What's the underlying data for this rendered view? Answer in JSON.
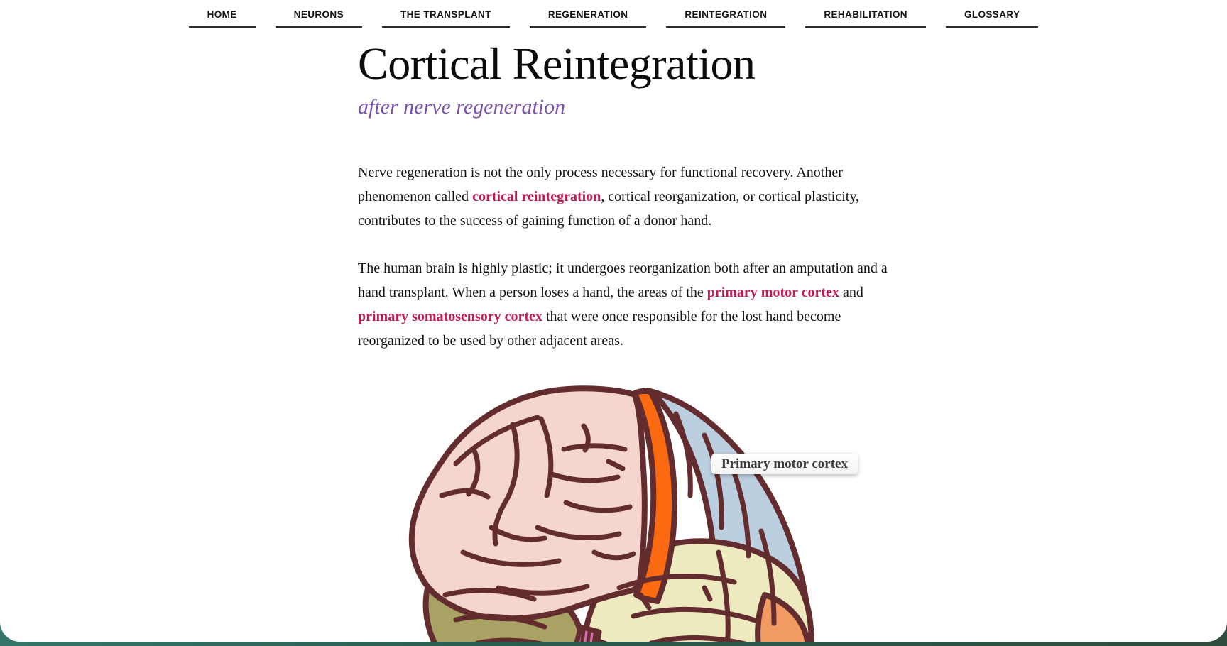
{
  "theme": {
    "background_teal": "#2f6b5e",
    "surface": "#ffffff",
    "accent_link": "#c11a52",
    "subtitle_purple": "#7a52a9",
    "nav_text": "#141414"
  },
  "nav": {
    "items": [
      "HOME",
      "NEURONS",
      "THE TRANSPLANT",
      "REGENERATION",
      "REINTEGRATION",
      "REHABILITATION",
      "GLOSSARY"
    ]
  },
  "header": {
    "title": "Cortical Reintegration",
    "subtitle": "after nerve regeneration"
  },
  "article": {
    "paragraph1": {
      "text_before": "Nerve regeneration is not the only process necessary for functional recovery. Another phenomenon called ",
      "link": "cortical reintegration",
      "text_after": ", cortical reorganization, or cortical plasticity, contributes to the success of gaining function of a donor hand."
    },
    "paragraph2": {
      "text_before": "The human brain is highly plastic; it undergoes reorganization both after an amputation and a hand transplant. When a person loses a hand, the areas of the ",
      "link1": "primary motor cortex",
      "text_middle": " and ",
      "link2": "primary somatosensory cortex",
      "text_after": " that were once responsible for the lost hand become reorganized to be used by other adjacent areas."
    }
  },
  "figure": {
    "label": "Primary motor cortex",
    "regions": {
      "cerebrum": "#f4d5cf",
      "motor_cortex": "#fb6a10",
      "parietal": "#bccfe0",
      "temporal": "#edeabf",
      "cerebellum": "#a8a365",
      "brainstem": "#d76ab4",
      "brainstem_accent": "#9b86c9",
      "occipital": "#f19a62",
      "outline": "#632c2e"
    }
  }
}
